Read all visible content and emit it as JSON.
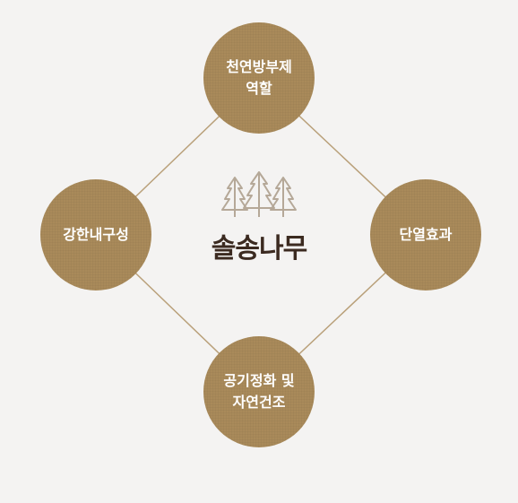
{
  "center": {
    "title": "솔송나무",
    "icon": "pine-trees-icon"
  },
  "nodes": {
    "top": "천연방부제\n역할",
    "left": "강한내구성",
    "right": "단열효과",
    "bottom": "공기정화 및\n자연건조"
  },
  "colors": {
    "circle": "#a98a5a",
    "line": "#b9a07a",
    "title": "#3b2a20",
    "trees": "#b5a898",
    "background": "#f4f3f2"
  }
}
